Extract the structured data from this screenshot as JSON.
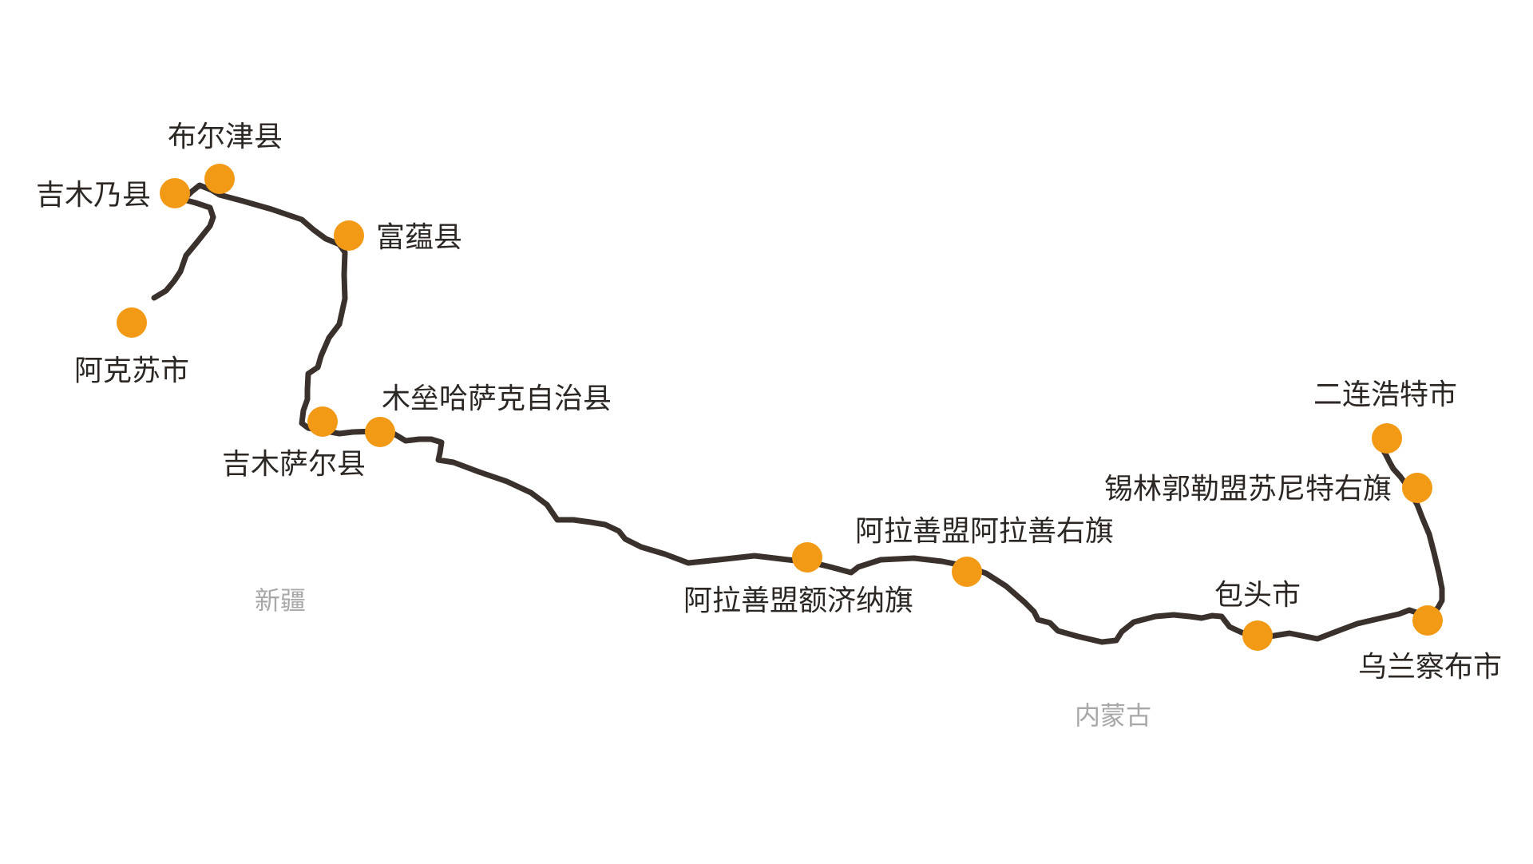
{
  "colors": {
    "route": "#3a302c",
    "stop": "#f29a16",
    "city_text": "#2d2724",
    "region_text": "#a8a8a8",
    "background": "#ffffff"
  },
  "regions": [
    {
      "id": "xinjiang",
      "label": "新疆"
    },
    {
      "id": "neimenggu",
      "label": "内蒙古"
    }
  ],
  "stops": [
    {
      "id": "akesu",
      "label": "阿克苏市"
    },
    {
      "id": "jimunai",
      "label": "吉木乃县"
    },
    {
      "id": "buerjin",
      "label": "布尔津县"
    },
    {
      "id": "fuyun",
      "label": "富蕴县"
    },
    {
      "id": "jimusaer",
      "label": "吉木萨尔县"
    },
    {
      "id": "mulei",
      "label": "木垒哈萨克自治县"
    },
    {
      "id": "ejina",
      "label": "阿拉善盟额济纳旗"
    },
    {
      "id": "alashanyou",
      "label": "阿拉善盟阿拉善右旗"
    },
    {
      "id": "baotou",
      "label": "包头市"
    },
    {
      "id": "wulanchabu",
      "label": "乌兰察布市"
    },
    {
      "id": "sunite",
      "label": "锡林郭勒盟苏尼特右旗"
    },
    {
      "id": "erlianhaote",
      "label": "二连浩特市"
    }
  ]
}
